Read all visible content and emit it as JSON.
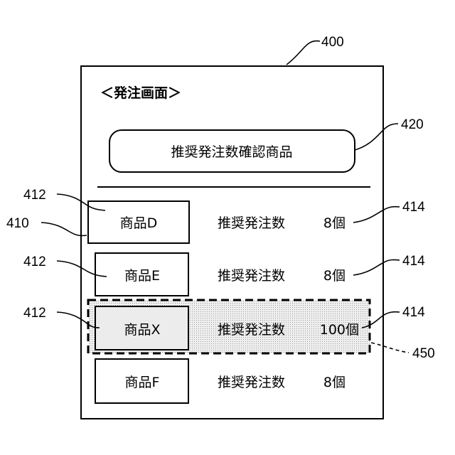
{
  "screen": {
    "title": "＜発注画面＞",
    "confirm_button_label": "推奨発注数確認商品"
  },
  "items": [
    {
      "product": "商品D",
      "recommend_label": "推奨発注数",
      "quantity": "8個"
    },
    {
      "product": "商品E",
      "recommend_label": "推奨発注数",
      "quantity": "8個"
    },
    {
      "product": "商品X",
      "recommend_label": "推奨発注数",
      "quantity": "100個"
    },
    {
      "product": "商品F",
      "recommend_label": "推奨発注数",
      "quantity": "8個"
    }
  ],
  "reference_numerals": {
    "screen": "400",
    "confirm_button": "420",
    "item_list": "410",
    "product_box": "412",
    "quantity": "414",
    "highlight": "450"
  },
  "colors": {
    "line": "#000000",
    "highlight_fill": "#d9d9d9",
    "background": "#ffffff"
  }
}
